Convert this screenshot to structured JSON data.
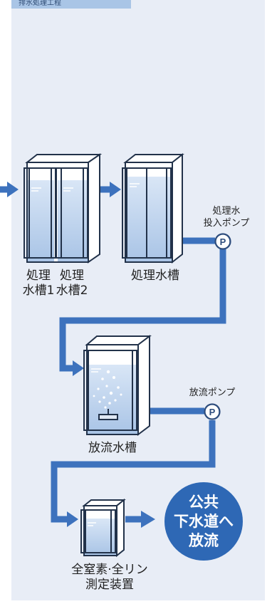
{
  "header_tag": "排水処理工程",
  "labels": {
    "tank1": "処理\n水槽1",
    "tank2": "処理\n水槽2",
    "treated_tank": "処理水槽",
    "treated_pump": "処理水\n投入ポンプ",
    "discharge_tank": "放流水槽",
    "discharge_pump": "放流ポンプ",
    "analyzer": "全窒素·全リン\n測定装置",
    "outlet": "公共\n下水道へ\n放流"
  },
  "pump_symbol": "P",
  "colors": {
    "panel_bg": "#e8edf6",
    "pipe": "#3d72bd",
    "tank_frame": "#22324a",
    "water": "#bcd3ee",
    "outlet_circle": "#2e68b5",
    "header_tag": "#a9c5e6"
  }
}
